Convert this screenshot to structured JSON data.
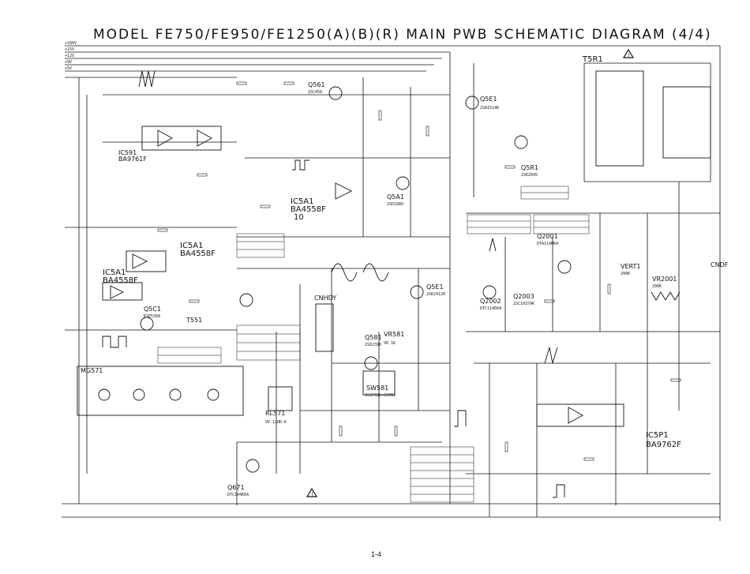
{
  "title": "MODEL FE750/FE950/FE1250(A)(B)(R) MAIN PWB SCHEMATIC DIAGRAM (4/4)",
  "page_number": "1-4",
  "warning_symbol": "warning-triangle",
  "components": {
    "ic591": [
      "IC591",
      "BA9761F"
    ],
    "ic5a1_top": [
      "IC5A1",
      "BA4558F",
      "10"
    ],
    "ic5a1_left_a": [
      "IC5A1",
      "BA4558F"
    ],
    "ic5a1_left_b": [
      "IC5A1",
      "BA4558F"
    ],
    "ic5p1": [
      "IC5P1",
      "BA9762F"
    ],
    "q561": [
      "Q561",
      "2SC458"
    ],
    "q5a1": [
      "Q5A1",
      "2SD1889"
    ],
    "q5r1": [
      "Q5R1",
      "2SK2645"
    ],
    "q5e1": [
      "Q5E1",
      "2SA1514K"
    ],
    "q5e1b": [
      "Q5E1",
      "2SK2412K"
    ],
    "q581": [
      "Q581",
      "2SD2396"
    ],
    "q2001": [
      "Q2001",
      "DTA114WKA"
    ],
    "q2003": [
      "Q2003",
      "2SC1037AK"
    ],
    "q2002": [
      "Q2002",
      "DTC114EKA"
    ],
    "q5c1": [
      "Q5C1",
      "KSE530A"
    ],
    "q671": [
      "Q671",
      "DTC144EKA"
    ],
    "t5r1": "T5R1",
    "t551": "T551",
    "vr581": [
      "VR581",
      "VR 1K"
    ],
    "sw581": [
      "SW581",
      "SSSF022-G09N1"
    ],
    "rl571": [
      "RL571",
      "VE-12HD-K"
    ],
    "mg571": "MG571",
    "vr2001": [
      "VR2001",
      "200K"
    ],
    "vert1": [
      "VERT1",
      "200K"
    ],
    "cnhdy": "CNHDY",
    "cndf": "CNDF"
  },
  "left_inputs": [
    "+180V",
    "+15V",
    "+12V",
    "+9V",
    "+5V"
  ]
}
